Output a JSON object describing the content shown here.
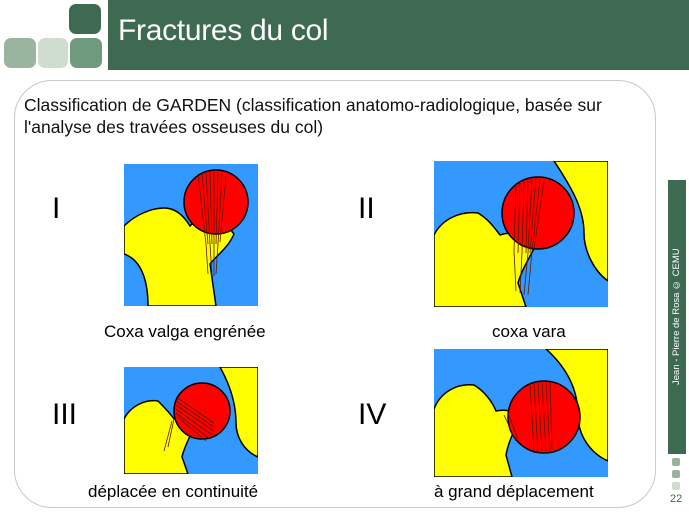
{
  "slide": {
    "title": "Fractures du col",
    "intro": "Classification de GARDEN (classification anatomo-radiologique, basée sur l'analyse des travées osseuses du col)",
    "side_credit": "Jean - Pierre de Rosa © CEMU",
    "page_number": "22"
  },
  "figures": [
    {
      "numeral": "I",
      "caption": "Coxa valga engrénée"
    },
    {
      "numeral": "II",
      "caption": "coxa vara"
    },
    {
      "numeral": "III",
      "caption": "déplacée en continuité"
    },
    {
      "numeral": "IV",
      "caption": "à grand déplacement"
    }
  ],
  "colors": {
    "header": "#3f6a52",
    "bone": "#ffff00",
    "femoral_head": "#ff0000",
    "background_xray": "#3399ff"
  }
}
